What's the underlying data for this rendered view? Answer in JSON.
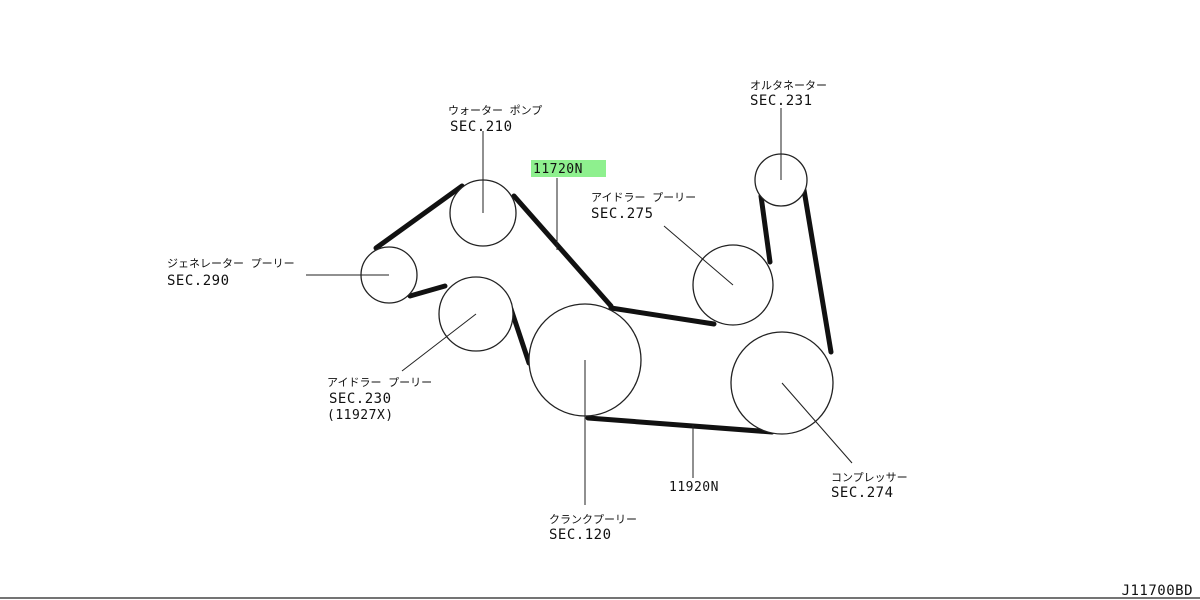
{
  "labels": {
    "water_pump_name": "ウォーター ポンプ",
    "water_pump_sec": "SEC.210",
    "belt_upper_part": "11720N",
    "idler_upper_name": "アイドラー プーリー",
    "idler_upper_sec": "SEC.275",
    "alternator_name": "オルタネーター",
    "alternator_sec": "SEC.231",
    "generator_name": "ジェネレーター プーリー",
    "generator_sec": "SEC.290",
    "idler_lower_name": "アイドラー プーリー",
    "idler_lower_sec": "SEC.230",
    "idler_lower_part": "(11927X)",
    "crank_name": "クランクプーリー",
    "crank_sec": "SEC.120",
    "belt_lower_part": "11920N",
    "compressor_name": "コンプレッサー",
    "compressor_sec": "SEC.274",
    "figure_code": "J11700BD"
  },
  "colors": {
    "highlight": "#8ef08e",
    "line": "#111111"
  }
}
